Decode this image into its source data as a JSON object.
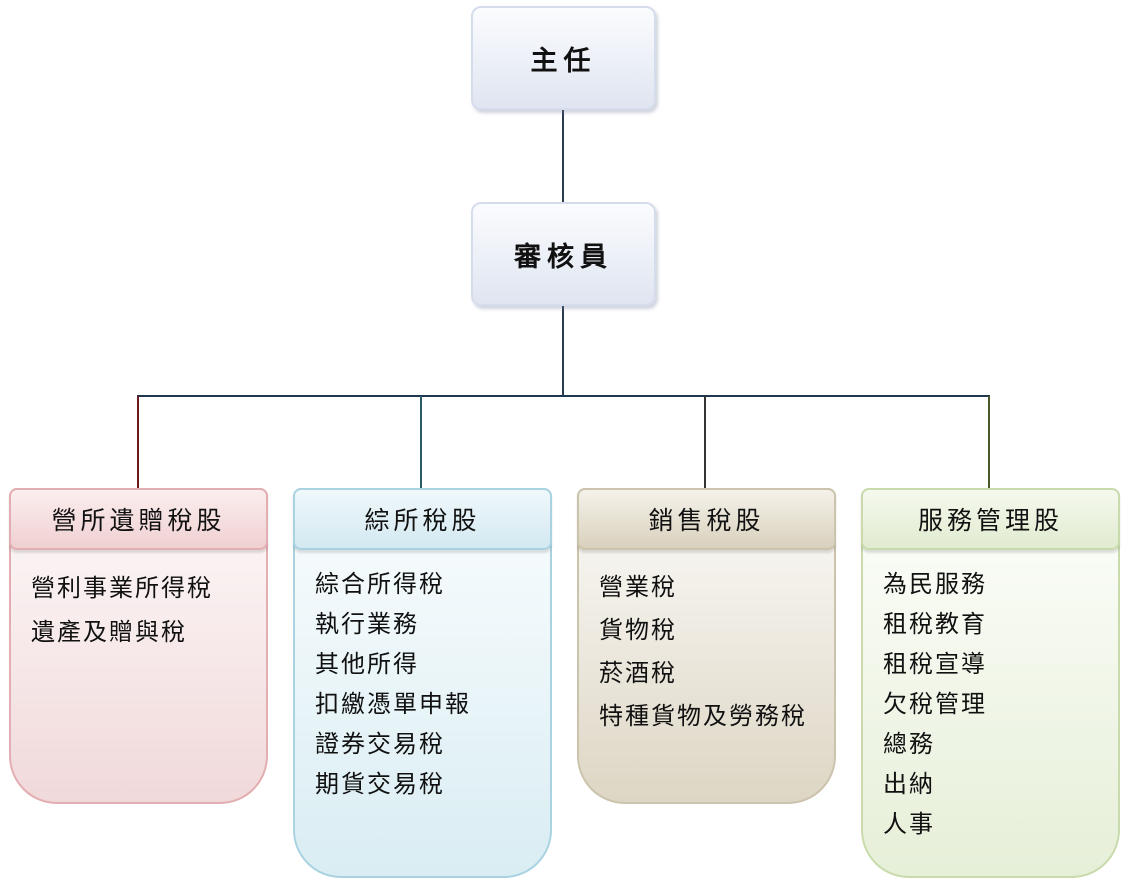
{
  "director": "主任",
  "reviewer": "審核員",
  "departments": [
    {
      "title": "營所遺贈稅股",
      "items": [
        "營利事業所得稅",
        "遺產及贈與稅"
      ],
      "color": "#f2d6d8"
    },
    {
      "title": "綜所稅股",
      "items": [
        "綜合所得稅",
        "執行業務",
        "其他所得",
        "扣繳憑單申報",
        "證券交易稅",
        "期貨交易稅"
      ],
      "color": "#d9edf3"
    },
    {
      "title": "銷售稅股",
      "items": [
        "營業稅",
        "貨物稅",
        "菸酒稅",
        "特種貨物及勞務稅"
      ],
      "color": "#ddd6c4"
    },
    {
      "title": "服務管理股",
      "items": [
        "為民服務",
        "租稅教育",
        "租稅宣導",
        "欠稅管理",
        "總務",
        "出納",
        "人事"
      ],
      "color": "#e6efd8"
    }
  ]
}
